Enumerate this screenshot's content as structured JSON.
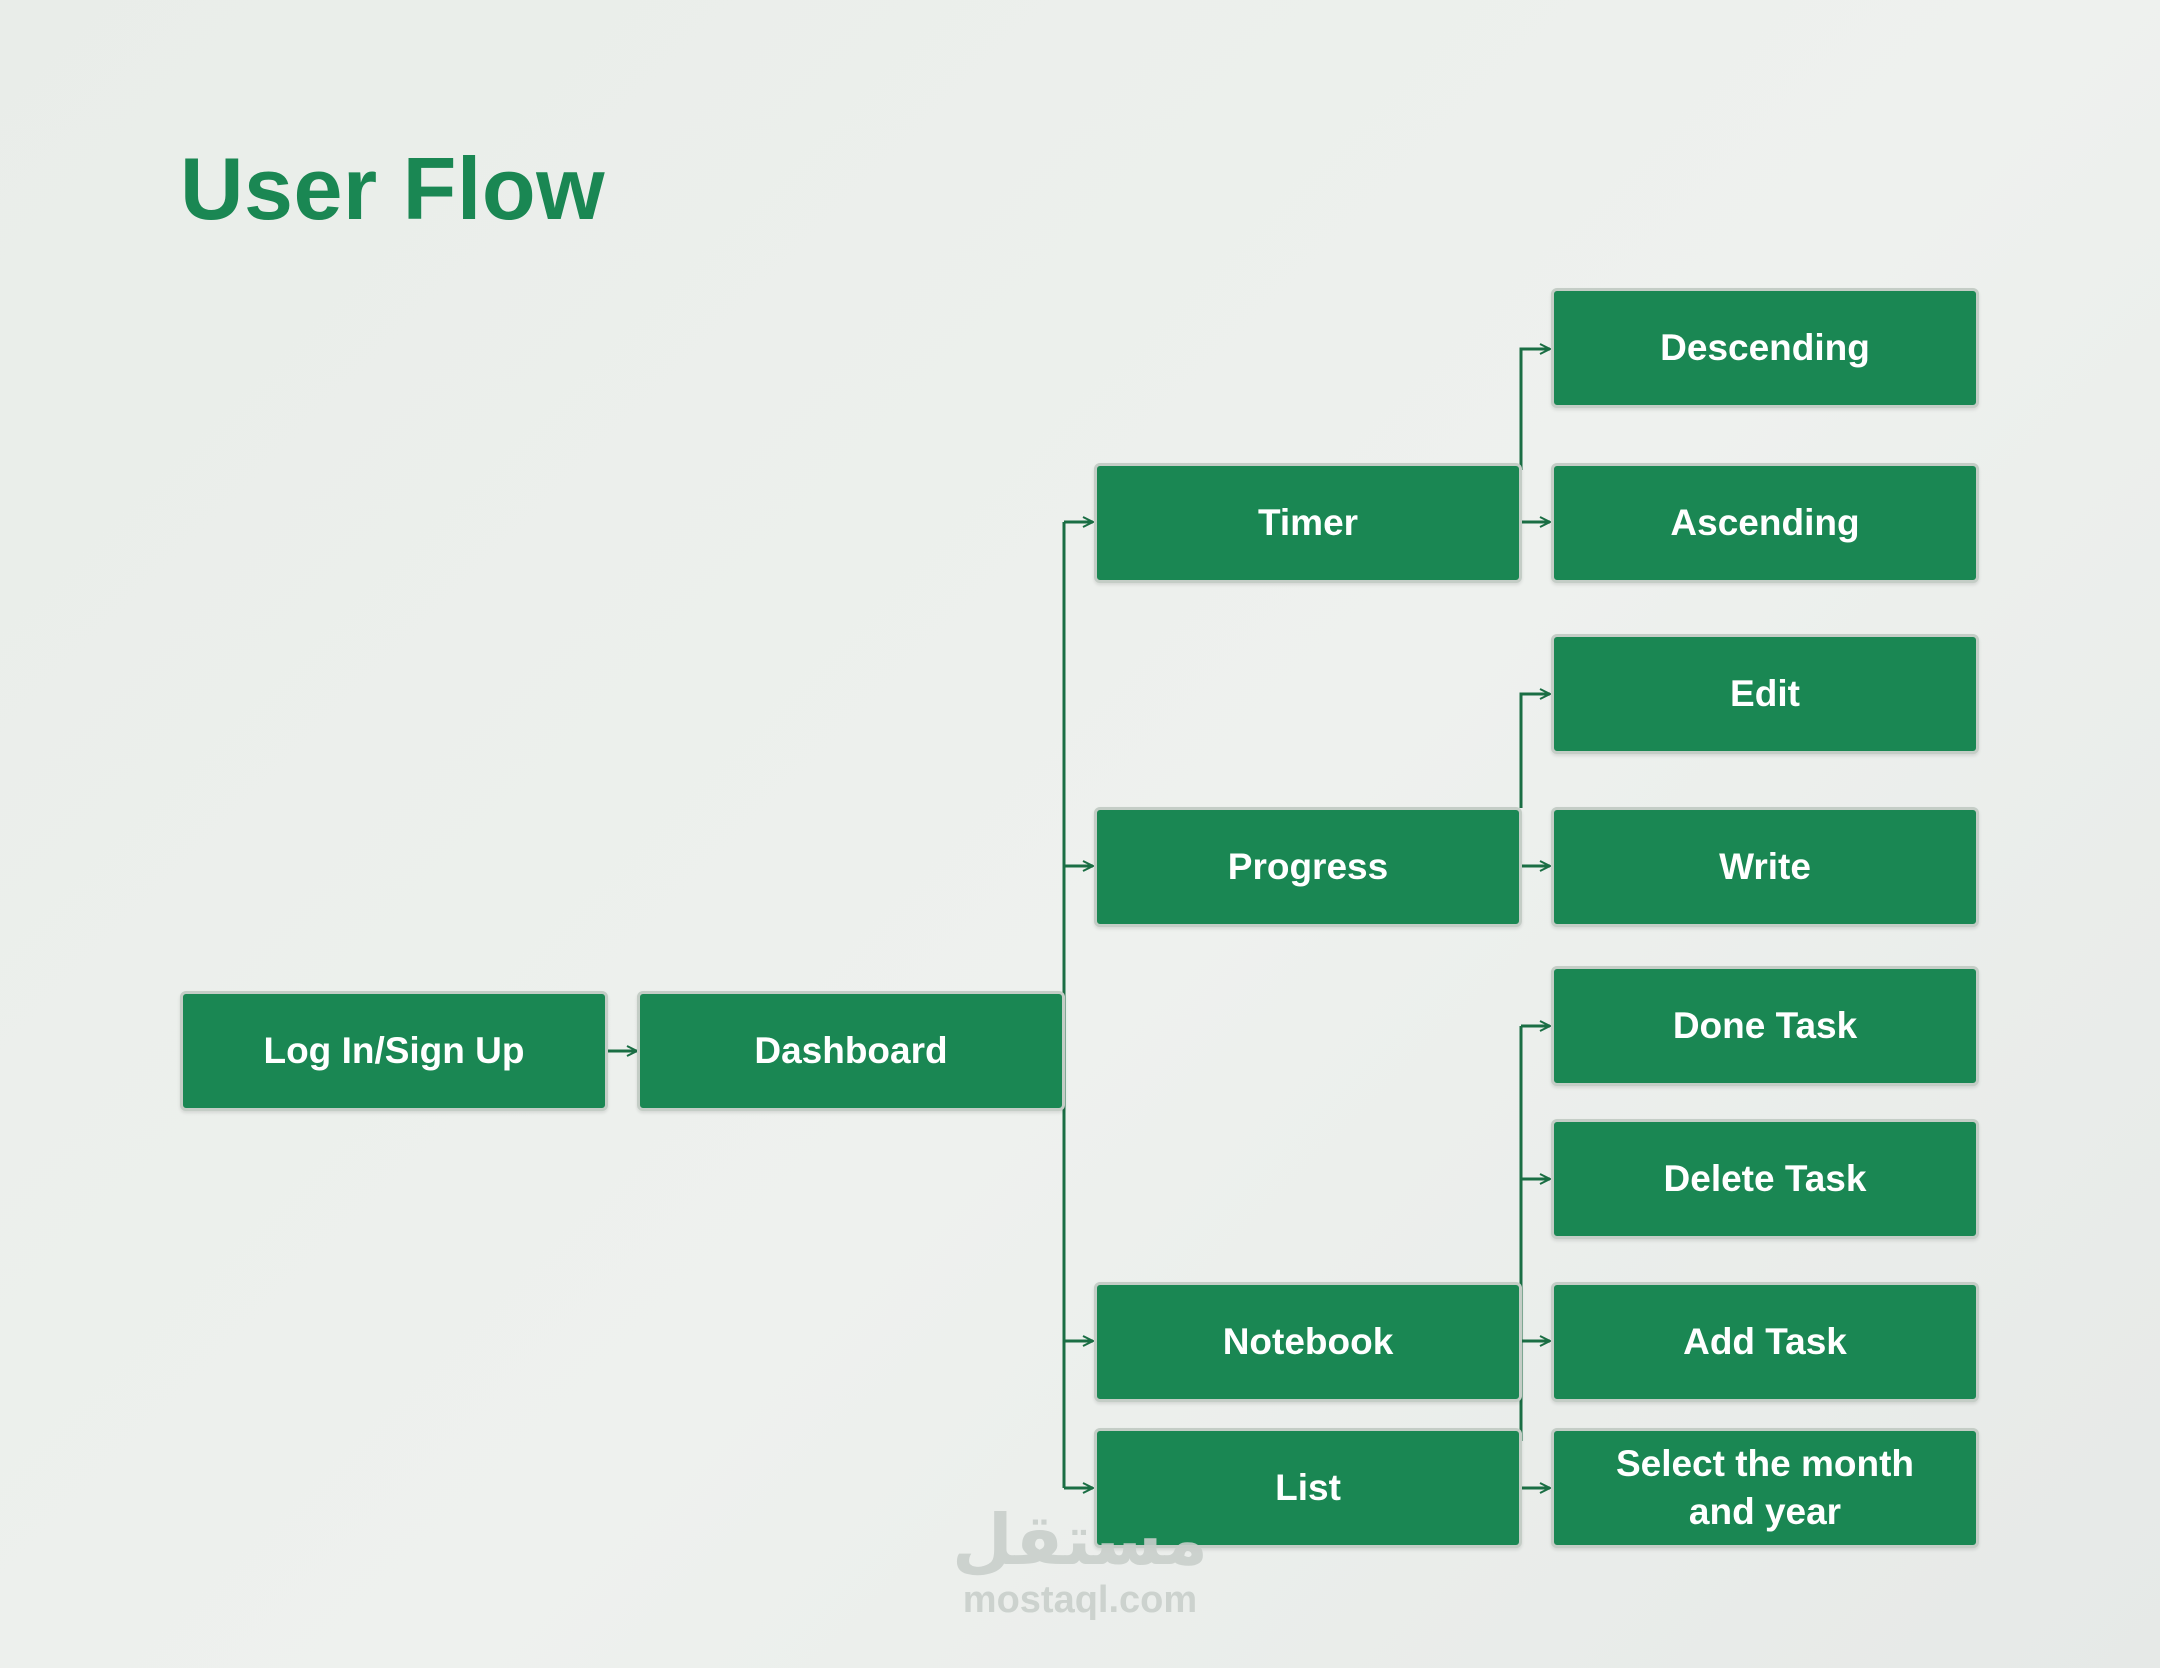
{
  "title": "User Flow",
  "colors": {
    "accent": "#1a8753",
    "connector": "#1a6e44",
    "background": "#ecefec"
  },
  "nodes": {
    "login": "Log In/Sign Up",
    "dashboard": "Dashboard",
    "timer": "Timer",
    "progress": "Progress",
    "notebook": "Notebook",
    "list": "List",
    "descending": "Descending",
    "ascending": "Ascending",
    "edit": "Edit",
    "write": "Write",
    "done_task": "Done Task",
    "delete_task": "Delete Task",
    "add_task": "Add Task",
    "select_month_year": "Select the month and year"
  },
  "watermark": {
    "arabic": "مستقل",
    "latin": "mostaql.com"
  }
}
